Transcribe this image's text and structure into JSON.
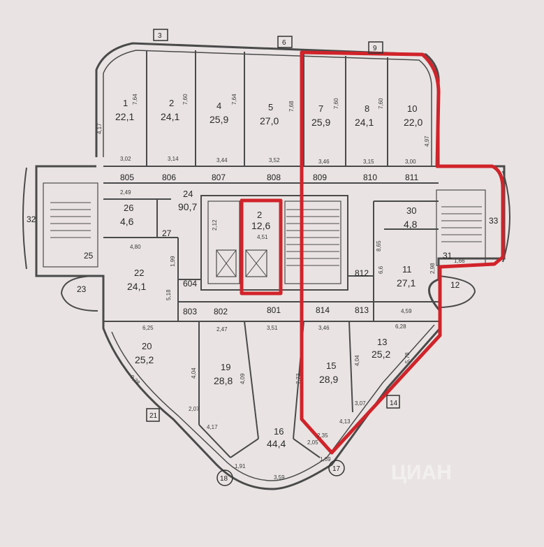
{
  "rooms": [
    {
      "id": "room-1",
      "num": "1",
      "area": "22,1"
    },
    {
      "id": "room-2",
      "num": "2",
      "area": "24,1"
    },
    {
      "id": "room-4",
      "num": "4",
      "area": "25,9"
    },
    {
      "id": "room-5",
      "num": "5",
      "area": "27,0"
    },
    {
      "id": "room-7",
      "num": "7",
      "area": "25,9"
    },
    {
      "id": "room-8",
      "num": "8",
      "area": "24,1"
    },
    {
      "id": "room-10",
      "num": "10",
      "area": "22,0"
    },
    {
      "id": "room-24",
      "num": "24",
      "area": "90,7"
    },
    {
      "id": "room-26",
      "num": "26",
      "area": "4,6"
    },
    {
      "id": "room-30",
      "num": "30",
      "area": "4,8"
    },
    {
      "id": "room-22",
      "num": "22",
      "area": "24,1"
    },
    {
      "id": "room-11",
      "num": "11",
      "area": "27,1"
    },
    {
      "id": "room-20",
      "num": "20",
      "area": "25,2"
    },
    {
      "id": "room-19",
      "num": "19",
      "area": "28,8"
    },
    {
      "id": "room-15",
      "num": "15",
      "area": "28,9"
    },
    {
      "id": "room-13",
      "num": "13",
      "area": "25,2"
    },
    {
      "id": "room-16",
      "num": "16",
      "area": "44,4"
    },
    {
      "id": "room-2x",
      "num": "2",
      "area": "12,6"
    }
  ],
  "codes": [
    "805",
    "806",
    "807",
    "808",
    "809",
    "810",
    "811",
    "604",
    "803",
    "802",
    "801",
    "814",
    "813",
    "812"
  ],
  "markers": [
    "3",
    "6",
    "9",
    "32",
    "33",
    "25",
    "23",
    "27",
    "31",
    "12",
    "21",
    "18",
    "17",
    "14"
  ],
  "dims": [
    "7,64",
    "4,17",
    "3,02",
    "3,14",
    "7,60",
    "3,44",
    "7,64",
    "3,52",
    "7,68",
    "3,46",
    "7,60",
    "3,15",
    "7,60",
    "3,00",
    "4,97",
    "2,49",
    "4,80",
    "2,12",
    "4,51",
    "1,99",
    "5,18",
    "6,25",
    "2,47",
    "3,51",
    "3,46",
    "6,28",
    "4,59",
    "4,04",
    "4,09",
    "7,73",
    "4,04",
    "5,78",
    "9,28",
    "2,07",
    "4,17",
    "3,59",
    "2,05",
    "1,91",
    "4,13",
    "2,35",
    "1,69",
    "3,07",
    "8,65",
    "6,6",
    "2,98",
    "1,66"
  ],
  "watermark": "ЦИАН",
  "colors": {
    "highlight": "#d1232a",
    "wall": "#4a4a4a",
    "background": "#e9e4e3"
  }
}
